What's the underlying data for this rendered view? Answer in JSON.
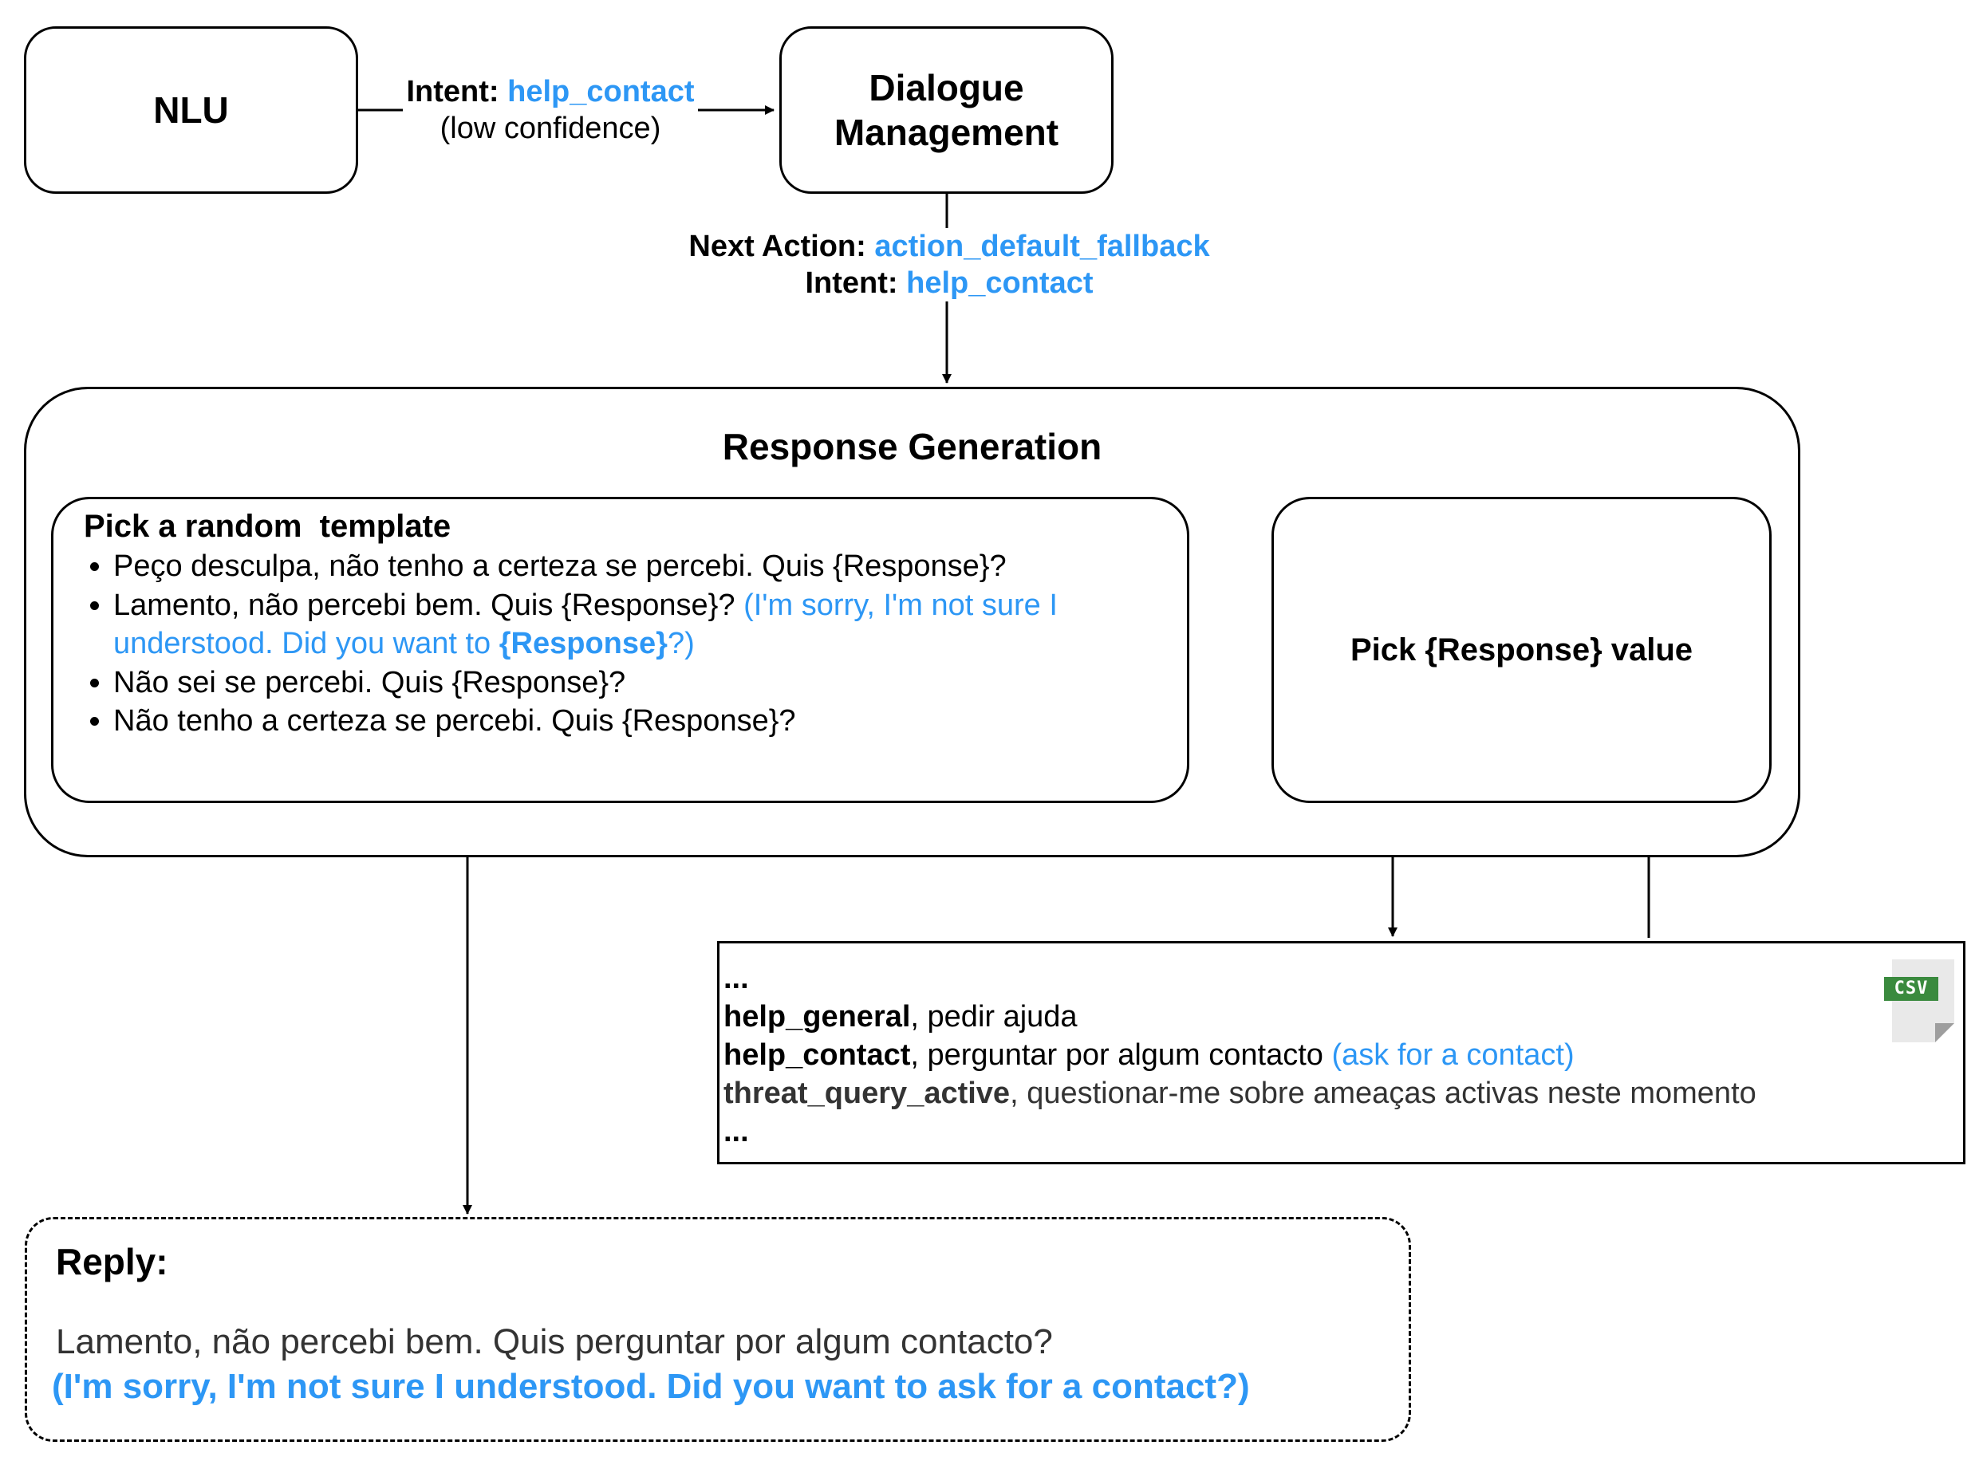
{
  "nlu": {
    "label": "NLU"
  },
  "nlu_to_dm": {
    "intent_key": "Intent:",
    "intent_value": "help_contact",
    "confidence": "(low confidence)"
  },
  "dialogue_management": {
    "line1": "Dialogue",
    "line2": "Management"
  },
  "dm_to_rg": {
    "next_action_key": "Next Action:",
    "next_action_value": "action_default_fallback",
    "intent_key": "Intent:",
    "intent_value": "help_contact"
  },
  "response_generation": {
    "title": "Response Generation",
    "template_box": {
      "title": "Pick a random  template",
      "items": [
        {
          "pt": "Peço desculpa, não tenho a certeza se percebi. Quis {Response}?"
        },
        {
          "pt": "Lamento, não percebi bem. Quis {Response}?",
          "en_a": " (I'm sorry, I'm not sure I understood. Did you want to ",
          "en_b": "{Response}",
          "en_c": "?)"
        },
        {
          "pt": "Não sei se percebi. Quis {Response}?"
        },
        {
          "pt": "Não tenho a certeza se percebi. Quis {Response}?"
        }
      ]
    },
    "value_box": {
      "label": "Pick {Response} value"
    }
  },
  "csv_file": {
    "badge": "CSV",
    "rows": [
      {
        "key": "...",
        "value": ""
      },
      {
        "key": "help_general",
        "value": ", pedir ajuda"
      },
      {
        "key": "help_contact",
        "value": ", perguntar por algum contacto ",
        "translation": "(ask for a contact)"
      },
      {
        "key": "threat_query_active",
        "value": ", questionar-me sobre ameaças activas neste momento"
      },
      {
        "key": "...",
        "value": ""
      }
    ]
  },
  "reply": {
    "title": "Reply:",
    "text_pt": "Lamento, não percebi bem. Quis perguntar por algum contacto?",
    "text_en": "(I'm sorry, I'm not sure I understood. Did you want to ask for a contact?)"
  },
  "colors": {
    "accent": "#2d97f5",
    "stroke": "#000000",
    "csv_green": "#3a8a3e"
  },
  "icons": [
    "csv-file-icon",
    "arrow-head-icon"
  ]
}
